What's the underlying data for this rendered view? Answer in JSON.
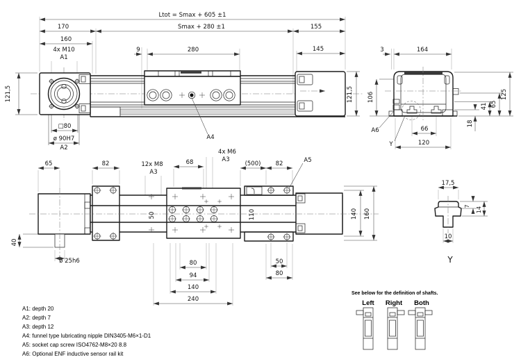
{
  "side": {
    "ltot": "Ltot = Smax + 605  ±1",
    "smax": "Smax + 280  ±1",
    "d170": "170",
    "d160": "160",
    "m10": "4x M10",
    "a1": "A1",
    "d9": "9",
    "d280": "280",
    "d155": "155",
    "d145": "145",
    "h121l": "121,5",
    "h121r": "121,5",
    "sq80": "□80",
    "dia90": "ø 90H7",
    "a2": "A2",
    "a4": "A4"
  },
  "section": {
    "d3": "3",
    "d164": "164",
    "d106": "106",
    "d125": "125",
    "d65": "65",
    "d41": "41",
    "d18": "18",
    "d66": "66",
    "d120": "120",
    "a6": "A6",
    "y": "Y"
  },
  "plan": {
    "d65": "65",
    "d82l": "82",
    "m8": "12x M8",
    "a3l": "A3",
    "d68": "68",
    "m6": "4x M6",
    "a3c": "A3",
    "d500": "(500)",
    "d82r": "82",
    "a5": "A5",
    "d40": "40",
    "dia25": "ø 25h6",
    "d50rail": "50",
    "d110": "110",
    "d80": "80",
    "d94": "94",
    "d140": "140",
    "d240": "240",
    "d50r": "50",
    "d80r": "80",
    "d140v": "140",
    "d160v": "160"
  },
  "detail": {
    "d175": "17,5",
    "d7": "7",
    "d14": "14",
    "d10": "10",
    "label": "Y"
  },
  "notes": [
    "A1: depth 20",
    "A2: depth 7",
    "A3: depth 12",
    "A4: funnel type lubricating nipple DIN3405-M6×1-D1",
    "A5: socket cap screw ISO4762-M8×20 8.8",
    "A6: Optional ENF inductive sensor rail kit"
  ],
  "shafts": {
    "heading": "See below for the definition of shafts.",
    "left": "Left",
    "right": "Right",
    "both": "Both"
  }
}
